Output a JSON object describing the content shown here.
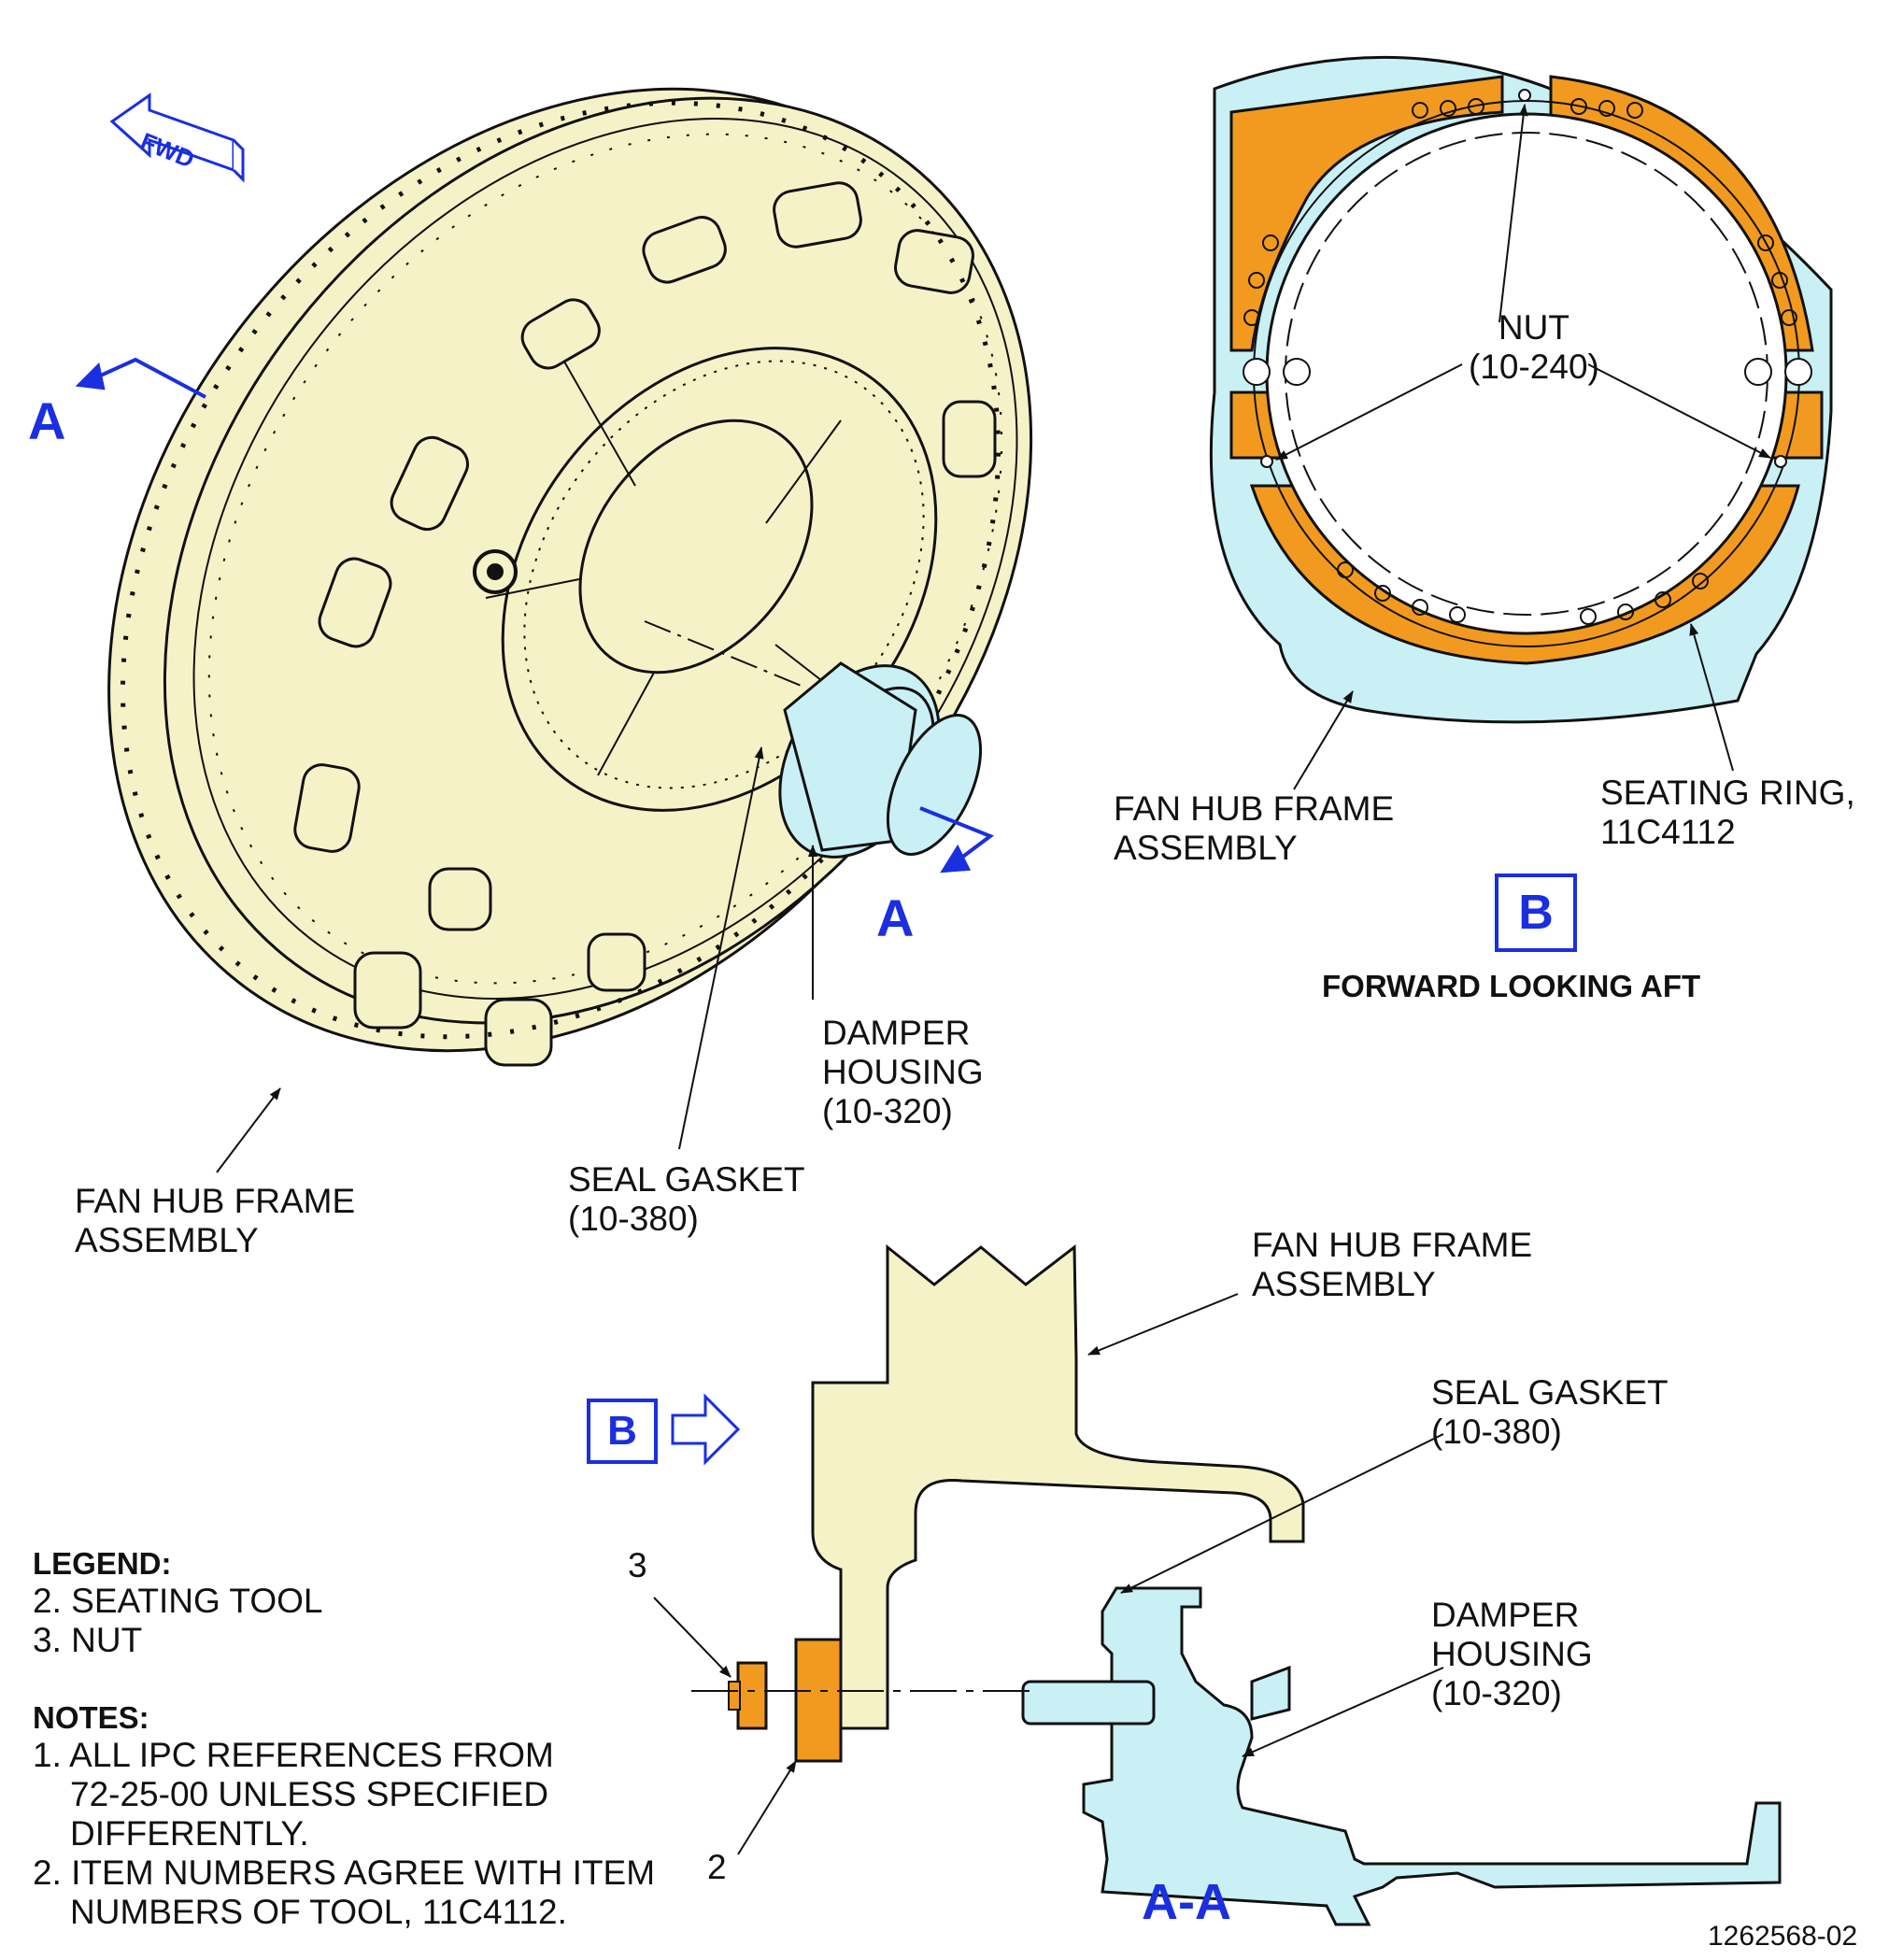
{
  "labels": {
    "fwd": "FWD",
    "section_a_left": "A",
    "section_a_right": "A",
    "fan_hub_left": [
      "FAN HUB FRAME",
      "ASSEMBLY"
    ],
    "damper_housing_top": [
      "DAMPER",
      "HOUSING",
      "(10-320)"
    ],
    "seal_gasket_top": [
      "SEAL GASKET",
      "(10-380)"
    ],
    "nut": [
      "NUT",
      "(10-240)"
    ],
    "fan_hub_b": [
      "FAN HUB FRAME",
      "ASSEMBLY"
    ],
    "seating_ring": [
      "SEATING RING,",
      "11C4112"
    ],
    "view_b_box": "B",
    "view_b_caption": "FORWARD LOOKING AFT",
    "fan_hub_aa": [
      "FAN HUB FRAME",
      "ASSEMBLY"
    ],
    "seal_gasket_aa": [
      "SEAL GASKET",
      "(10-380)"
    ],
    "damper_housing_aa": [
      "DAMPER",
      "HOUSING",
      "(10-320)"
    ],
    "view_b_arrow_box": "B",
    "item_3": "3",
    "item_2": "2",
    "section_title": "A-A",
    "figure_number": "1262568-02"
  },
  "legend": {
    "title": "LEGEND:",
    "items": [
      "2. SEATING TOOL",
      "3. NUT"
    ]
  },
  "notes": {
    "title": "NOTES:",
    "items": [
      [
        "1. ALL IPC REFERENCES FROM",
        "72-25-00 UNLESS SPECIFIED",
        "DIFFERENTLY."
      ],
      [
        "2. ITEM NUMBERS AGREE WITH ITEM",
        "NUMBERS OF TOOL, 11C4112."
      ]
    ]
  },
  "colors": {
    "frame_fill": "#f6f2c8",
    "damper_fill": "#c9f0f4",
    "seating_fill": "#f29a1f",
    "callout_blue": "#1a2fe0",
    "line": "#111111"
  }
}
